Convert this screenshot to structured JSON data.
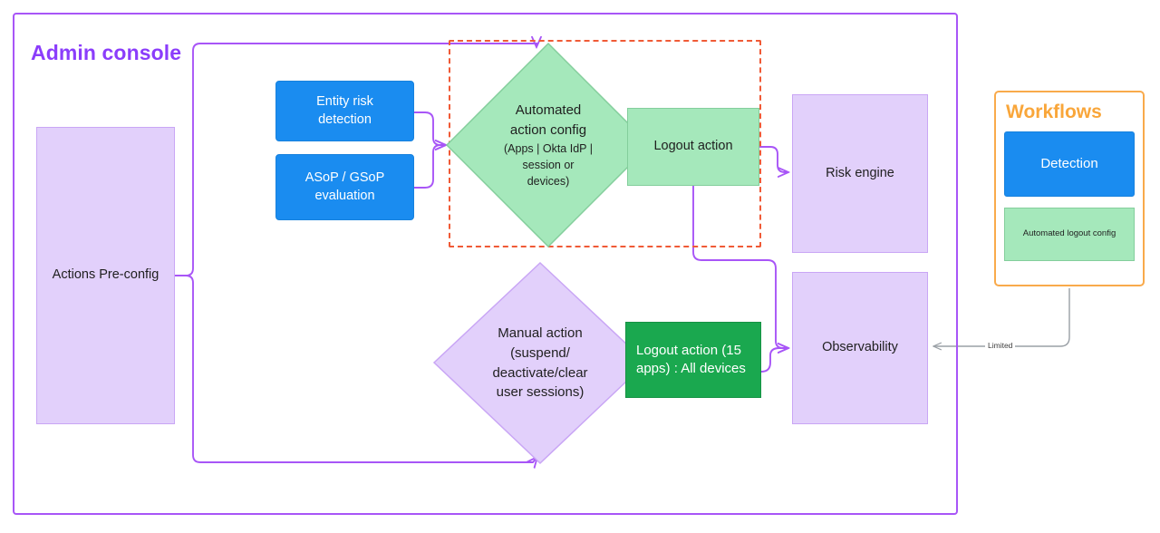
{
  "diagram": {
    "title": "Admin console",
    "frame_color": "#a855f7",
    "highlight_color": "#f05a36"
  },
  "nodes": {
    "actions_preconfig": "Actions Pre-config",
    "entity_risk": "Entity risk\ndetection",
    "asop_gsop": "ASoP / GSoP\nevaluation",
    "automated_config_main": "Automated\naction config",
    "automated_config_sub": "(Apps | Okta IdP |\nsession or\ndevices)",
    "logout_action": "Logout action",
    "risk_engine": "Risk engine",
    "manual_action_line1": "Manual action",
    "manual_action_line2": "(suspend/\ndeactivate/clear\nuser sessions)",
    "logout_action_15": "Logout action (15\napps) : All devices",
    "observability": "Observability"
  },
  "workflows": {
    "title": "Workflows",
    "detection": "Detection",
    "automated_logout_config": "Automated logout config",
    "border_color": "#f9aa4b"
  },
  "edges": {
    "limited_label": "Limited"
  },
  "colors": {
    "blue": "#1a8cf0",
    "lavender": "#e2d0fb",
    "light_green": "#a5e8bb",
    "dark_green": "#1aa84f",
    "purple_line": "#a855f7",
    "orange": "#f9aa4b",
    "dashed_red": "#f05a36",
    "gray_line": "#9aa0a6"
  }
}
